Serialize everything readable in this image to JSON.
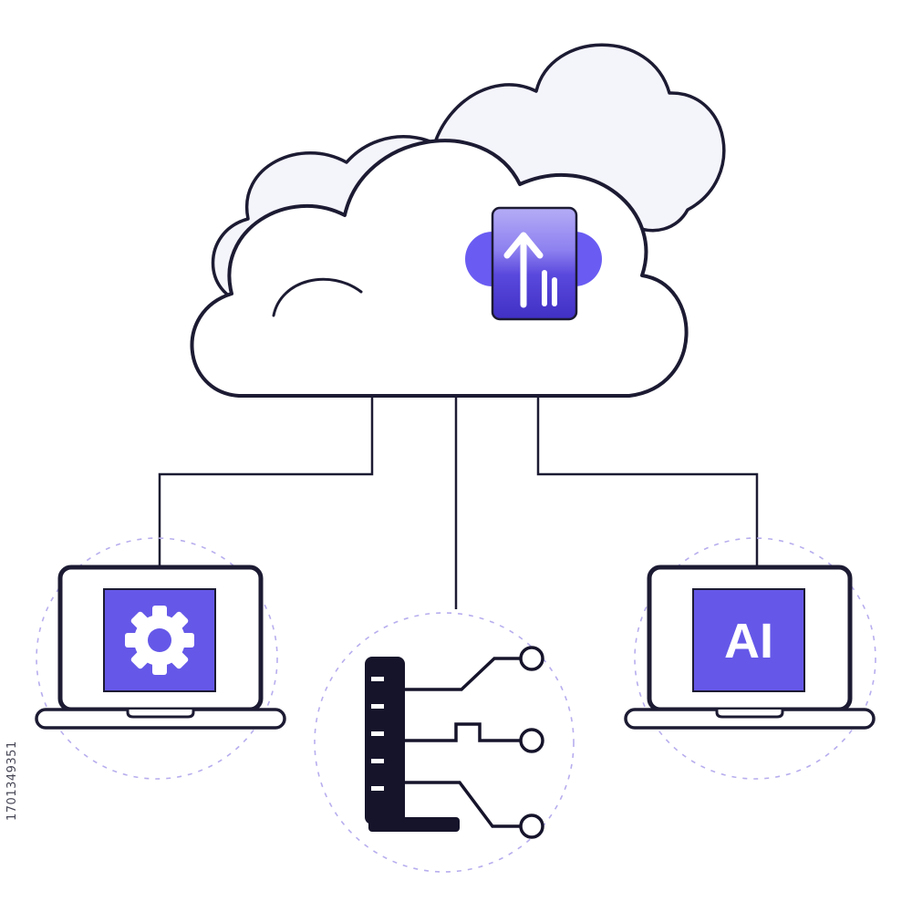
{
  "scene": {
    "type": "stock-illustration",
    "description": "Cloud computing network diagram connecting a settings laptop, a circuit tree and an AI laptop to an upload cloud",
    "background": "#ffffff"
  },
  "watermark": {
    "id_text": "1701349351"
  },
  "palette": {
    "outline": "#1c1b33",
    "accent": "#6558e8",
    "accent_deep": "#4130c4",
    "accent_soft": "#b5adf6",
    "upload_cloud": "#6a5cf2",
    "bg_cloud_fill": "#f4f4fb",
    "dashed_ring": "#b7aeee",
    "icon_dark": "#15142b",
    "white": "#ffffff"
  },
  "diagram": {
    "cloud": {
      "name": "cloud-network"
    },
    "upload_icon": "upload-arrow-icon",
    "nodes": [
      {
        "id": "laptop-gear",
        "icon": "gear-icon",
        "label": ""
      },
      {
        "id": "circuit-tree",
        "icon": "circuit-icon",
        "label": ""
      },
      {
        "id": "laptop-ai",
        "icon": "ai-screen",
        "label": "AI"
      }
    ]
  }
}
